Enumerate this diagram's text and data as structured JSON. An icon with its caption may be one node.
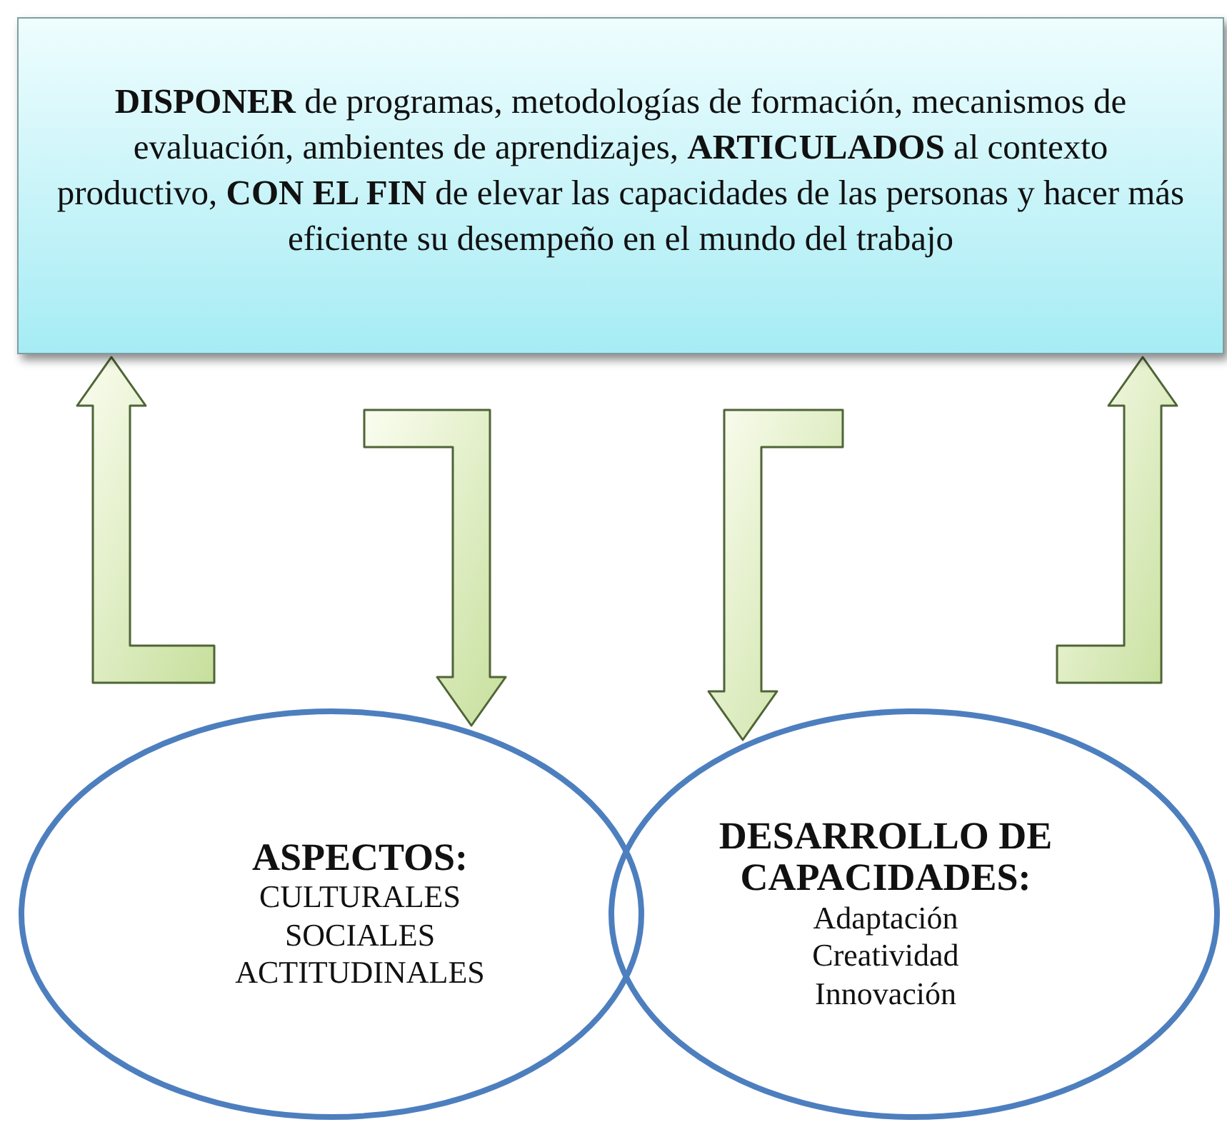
{
  "diagram": {
    "nodes": [
      {
        "text": [
          "**DISPONER** de programas, metodologías de formación, mecanismos de evaluación, ambientes de aprendizajes, **ARTICULADOS** al contexto productivo, **CON EL FIN** de elevar las capacidades de las personas y hacer más eficiente su desempeño en el mundo del trabajo"
        ]
      },
      {
        "text": [
          "ASPECTOS:",
          "CULTURALES",
          "SOCIALES",
          "ACTITUDINALES"
        ]
      },
      {
        "text": [
          "DESARROLLO DE CAPACIDADES:",
          "Adaptación",
          "Creatividad",
          "Innovación"
        ]
      }
    ],
    "edges": [
      {
        "from": 1,
        "to": 0,
        "arrow": "to"
      },
      {
        "from": 0,
        "to": 1,
        "arrow": "to"
      },
      {
        "from": 0,
        "to": 2,
        "arrow": "to"
      },
      {
        "from": 2,
        "to": 0,
        "arrow": "to"
      }
    ]
  }
}
